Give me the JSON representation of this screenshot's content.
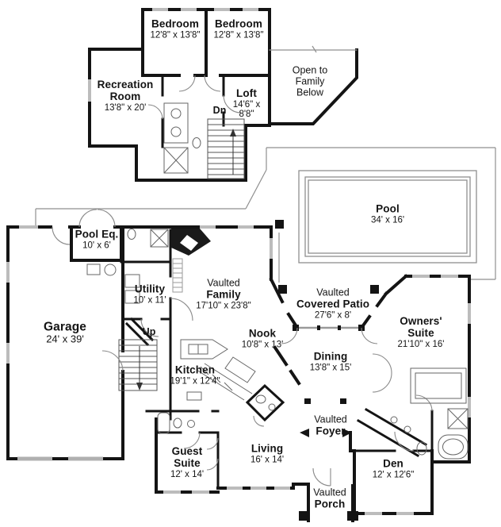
{
  "plan": {
    "upper_floor": {
      "bedroom1": {
        "name": "Bedroom",
        "dims": "12'8\" x 13'8\""
      },
      "bedroom2": {
        "name": "Bedroom",
        "dims": "12'8\" x 13'8\""
      },
      "recreation": {
        "line1": "Recreation",
        "line2": "Room",
        "dims": "13'8\" x 20'"
      },
      "loft": {
        "name": "Loft",
        "dims1": "14'6\" x",
        "dims2": "8'8\""
      },
      "open_below": {
        "line1": "Open to",
        "line2": "Family",
        "line3": "Below"
      },
      "stairs_down": {
        "label": "Dn"
      }
    },
    "main_floor": {
      "pool_eq": {
        "name": "Pool Eq.",
        "dims": "10' x 6'"
      },
      "utility": {
        "name": "Utility",
        "dims": "10' x 11'"
      },
      "garage": {
        "name": "Garage",
        "dims": "24' x 39'"
      },
      "family": {
        "prefix": "Vaulted",
        "name": "Family",
        "dims": "17'10\" x 23'8\""
      },
      "covered_patio": {
        "prefix": "Vaulted",
        "name": "Covered Patio",
        "dims": "27'6\" x 8'"
      },
      "nook": {
        "name": "Nook",
        "dims": "10'8\" x 13'"
      },
      "dining": {
        "name": "Dining",
        "dims": "13'8\" x 15'"
      },
      "owners_suite": {
        "line1": "Owners'",
        "line2": "Suite",
        "dims": "21'10\" x 16'"
      },
      "kitchen": {
        "name": "Kitchen",
        "dims": "19'1\" x 12'4\""
      },
      "stairs_up": {
        "label": "Up"
      },
      "guest_suite": {
        "line1": "Guest",
        "line2": "Suite",
        "dims": "12' x 14'"
      },
      "living": {
        "name": "Living",
        "dims": "16' x 14'"
      },
      "foyer": {
        "prefix": "Vaulted",
        "name": "Foyer"
      },
      "den": {
        "name": "Den",
        "dims": "12' x 12'6\""
      },
      "porch": {
        "prefix": "Vaulted",
        "name": "Porch"
      }
    },
    "outdoor": {
      "pool": {
        "name": "Pool",
        "dims": "34' x 16'"
      }
    },
    "colors": {
      "wall": "#141414",
      "window": "#bcbcbc",
      "thin_line": "#8f8f8f",
      "background": "#ffffff"
    }
  }
}
